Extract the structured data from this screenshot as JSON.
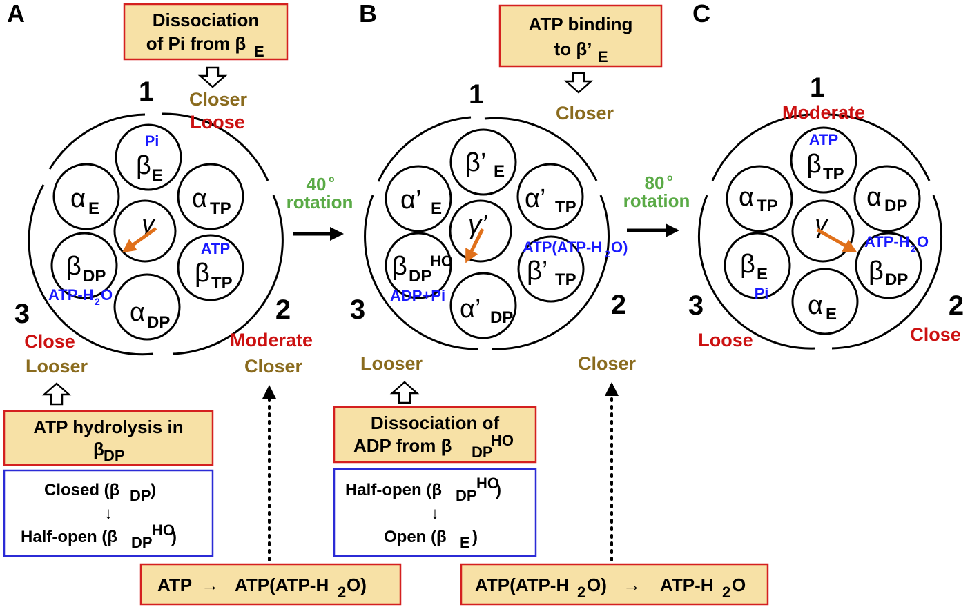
{
  "colors": {
    "state_brown": "#8a6b1e",
    "state_red": "#cc1111",
    "ligand_blue": "#1a1aff",
    "rotation_green": "#5aaa46",
    "box_fill": "#f7e1a6",
    "box_border_red": "#d42020",
    "box_border_blue": "#2b2bd6",
    "arrow_orange": "#e0701a"
  },
  "panels": {
    "A": "A",
    "B": "B",
    "C": "C"
  },
  "sites": {
    "one": "1",
    "two": "2",
    "three": "3"
  },
  "panel_a": {
    "top_brown": "Closer",
    "top_red": "Loose",
    "left_red": "Close",
    "left_brown": "Looser",
    "right_red": "Moderate",
    "right_brown": "Closer",
    "pi": "Pi",
    "atp": "ATP",
    "atp_h2o_pre": "ATP-H",
    "atp_h2o_sub": "2",
    "atp_h2o_post": "O",
    "beta_e_sub": "E",
    "alpha_e_sub": "E",
    "alpha_tp_sub": "TP",
    "beta_dp_sub": "DP",
    "beta_tp_sub": "TP",
    "alpha_dp_sub": "DP"
  },
  "panel_b": {
    "top_brown": "Closer",
    "left_brown": "Looser",
    "right_brown": "Closer",
    "atp_complex": "ATP(ATP-H",
    "atp_complex_sub": "2",
    "atp_complex_post": "O)",
    "adp_pi": "ADP+Pi",
    "beta_e_sub": "E",
    "alpha_e_sub": "E",
    "alpha_tp_sub": "TP",
    "beta_dp_sub": "DP",
    "beta_dp_sup": "HO",
    "beta_tp_sub": "TP",
    "alpha_dp_sub": "DP"
  },
  "panel_c": {
    "top_red": "Moderate",
    "left_red": "Loose",
    "right_red": "Close",
    "atp": "ATP",
    "pi": "Pi",
    "atp_h2o_pre": "ATP-H",
    "atp_h2o_sub": "2",
    "atp_h2o_post": "O",
    "beta_tp_sub": "TP",
    "alpha_tp_sub": "TP",
    "alpha_dp_sub": "DP",
    "beta_e_sub": "E",
    "beta_dp_sub": "DP",
    "alpha_e_sub": "E"
  },
  "rotations": {
    "first_deg": "40",
    "first_sup": "o",
    "first_word": "rotation",
    "second_deg": "80",
    "second_sup": "o",
    "second_word": "rotation"
  },
  "boxes": {
    "pi_dissociation_line1": "Dissociation",
    "pi_dissociation_line2": "of Pi from β",
    "pi_dissociation_sub": "E",
    "atp_binding_line1": "ATP binding",
    "atp_binding_line2": "to β’",
    "atp_binding_sub": "E",
    "hydrolysis_line1": "ATP hydrolysis in",
    "hydrolysis_line2": "β",
    "hydrolysis_sub": "DP",
    "adp_dissociation_line1": "Dissociation of",
    "adp_dissociation_line2": "ADP from β",
    "adp_dissociation_sub": "DP",
    "adp_dissociation_sup": "HO",
    "conversion1_left": "ATP",
    "conversion1_arrow": "→",
    "conversion1_right": "ATP(ATP-H",
    "conversion1_sub": "2",
    "conversion1_post": "O)",
    "conversion2_left": "ATP(ATP-H",
    "conversion2_sub": "2",
    "conversion2_mid": "O)",
    "conversion2_arrow": "→",
    "conversion2_right": "ATP-H",
    "conversion2_sub2": "2",
    "conversion2_post": "O"
  },
  "blue_boxes": {
    "a_line1_pre": "Closed (β",
    "a_line1_sub": "DP",
    "a_line1_post": ")",
    "a_arrow": "↓",
    "a_line2_pre": "Half-open (β",
    "a_line2_sub": "DP",
    "a_line2_sup": "HO",
    "a_line2_post": ")",
    "b_line1_pre": "Half-open (β",
    "b_line1_sub": "DP",
    "b_line1_sup": "HO",
    "b_line1_post": ")",
    "b_arrow": "↓",
    "b_line2_pre": "Open (β",
    "b_line2_sub": "E",
    "b_line2_post": ")"
  },
  "greek": {
    "alpha": "α",
    "beta": "β",
    "gamma": "γ",
    "alpha_prime": "α’",
    "beta_prime": "β’",
    "gamma_prime": "γ’"
  }
}
